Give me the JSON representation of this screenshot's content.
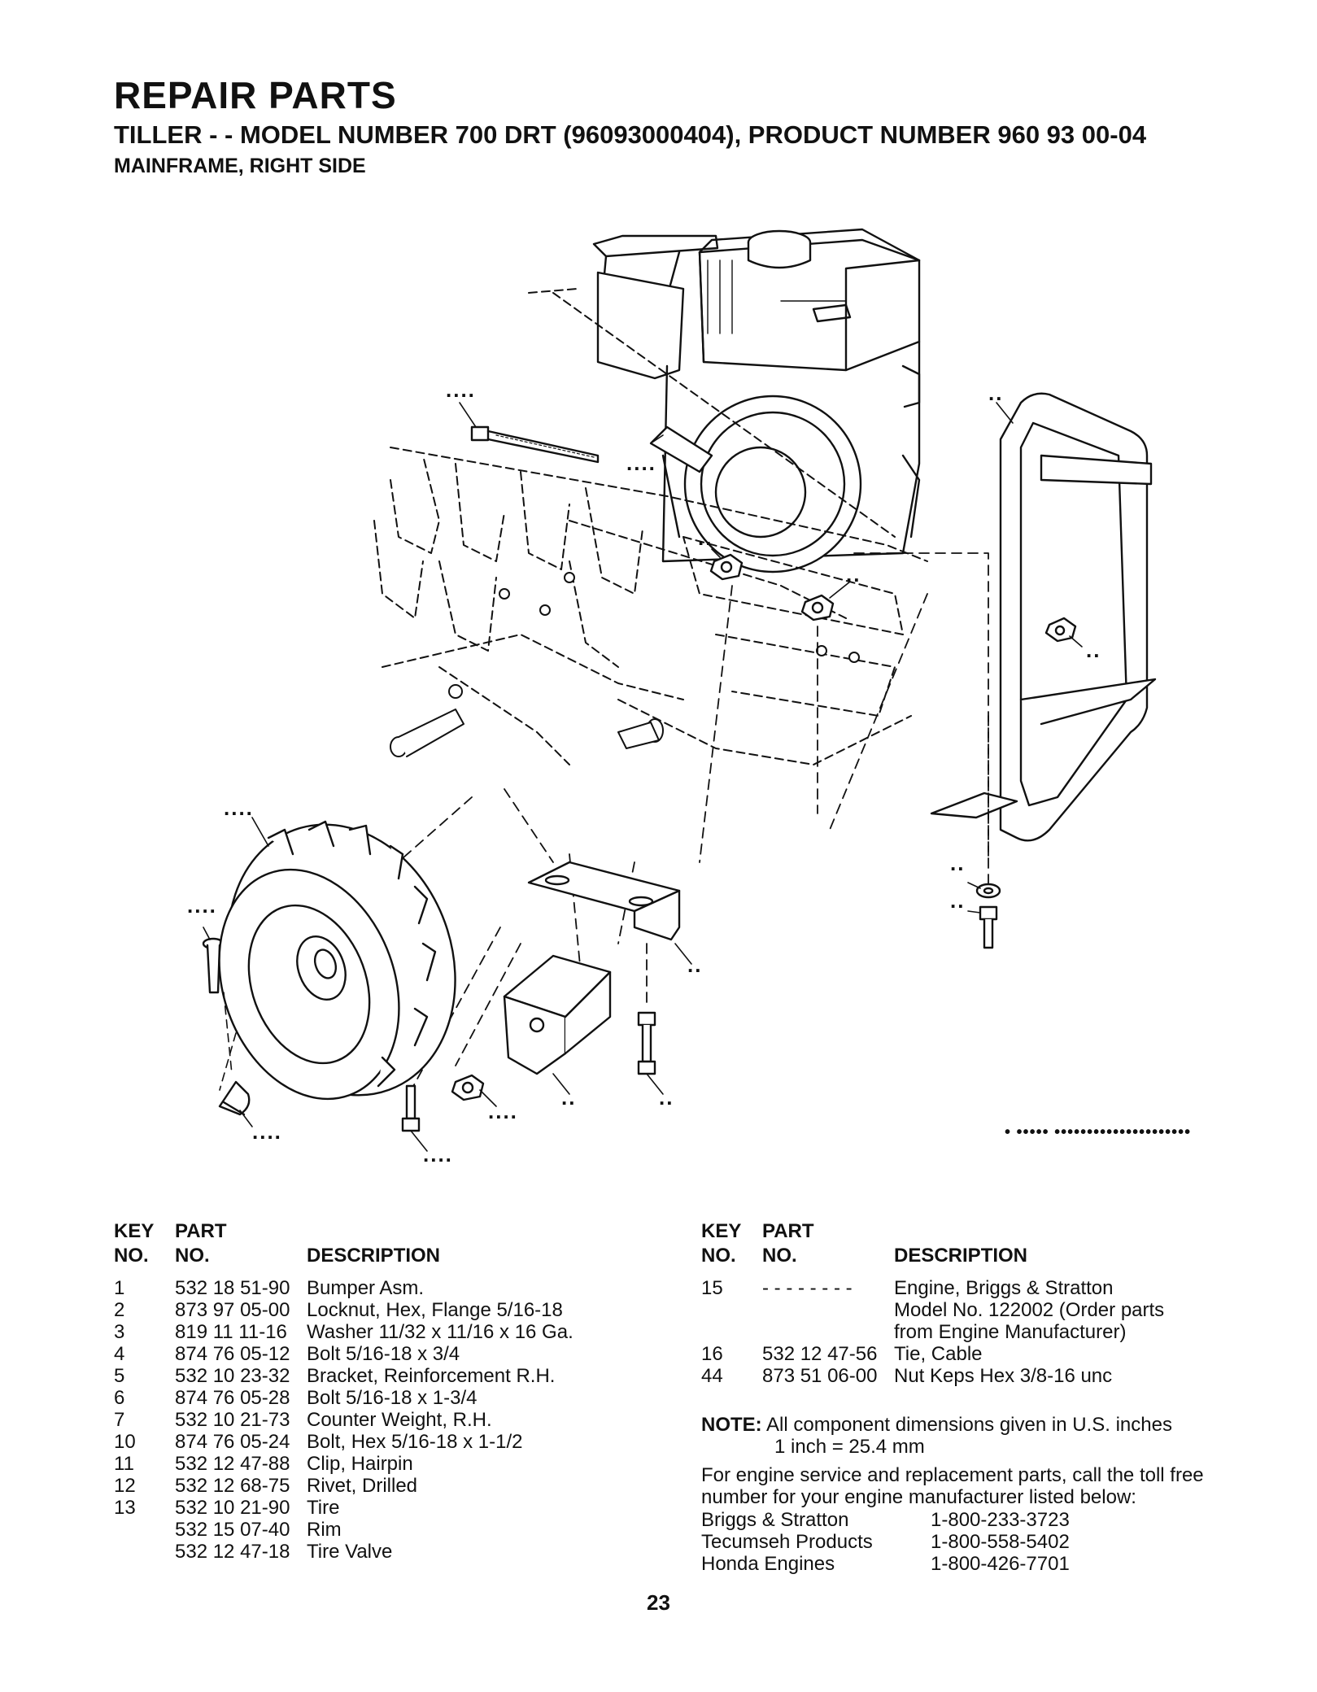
{
  "header": {
    "title": "REPAIR PARTS",
    "subtitle": "TILLER - - MODEL NUMBER 700 DRT (96093000404), PRODUCT NUMBER 960 93 00-04",
    "section": "MAINFRAME, RIGHT SIDE"
  },
  "table_headers": {
    "key_line1": "KEY",
    "key_line2": "NO.",
    "part_line1": "PART",
    "part_line2": "NO.",
    "description": "DESCRIPTION"
  },
  "parts_left": [
    {
      "key": "1",
      "part": "532 18 51-90",
      "desc": "Bumper Asm."
    },
    {
      "key": "2",
      "part": "873 97 05-00",
      "desc": "Locknut, Hex, Flange  5/16-18"
    },
    {
      "key": "3",
      "part": "819 11 11-16",
      "desc": "Washer 11/32 x 11/16 x 16 Ga."
    },
    {
      "key": "4",
      "part": "874 76 05-12",
      "desc": "Bolt 5/16-18 x 3/4"
    },
    {
      "key": "5",
      "part": "532 10 23-32",
      "desc": "Bracket, Reinforcement R.H."
    },
    {
      "key": "6",
      "part": "874 76 05-28",
      "desc": "Bolt 5/16-18 x 1-3/4"
    },
    {
      "key": "7",
      "part": "532 10 21-73",
      "desc": "Counter Weight, R.H."
    },
    {
      "key": "10",
      "part": "874 76 05-24",
      "desc": "Bolt, Hex  5/16-18 x 1-1/2"
    },
    {
      "key": "11",
      "part": "532 12 47-88",
      "desc": "Clip, Hairpin"
    },
    {
      "key": "12",
      "part": "532 12 68-75",
      "desc": "Rivet, Drilled"
    },
    {
      "key": "13",
      "part": "532 10 21-90",
      "desc": "Tire"
    },
    {
      "key": "",
      "part": "532 15 07-40",
      "desc": "Rim"
    },
    {
      "key": "",
      "part": "532 12 47-18",
      "desc": "Tire Valve"
    }
  ],
  "parts_right": [
    {
      "key": "15",
      "part": "- - - - - - - -",
      "desc": "Engine, Briggs & Stratton"
    },
    {
      "key": "",
      "part": "",
      "desc": "Model No. 122002 (Order parts"
    },
    {
      "key": "",
      "part": "",
      "desc": "from Engine Manufacturer)"
    },
    {
      "key": "16",
      "part": "532 12 47-56",
      "desc": "Tie, Cable"
    },
    {
      "key": "44",
      "part": "873 51 06-00",
      "desc": "Nut Keps Hex 3/8-16 unc"
    }
  ],
  "note": {
    "label": "NOTE:",
    "line1": "All component dimensions given in U.S. inches",
    "line2": "1 inch = 25.4 mm",
    "service_text": "For engine service and replacement parts, call the toll free number for your engine manufacturer listed below:"
  },
  "manufacturers": [
    {
      "name": "Briggs & Stratton",
      "phone": "1-800-233-3723"
    },
    {
      "name": "Tecumseh Products",
      "phone": "1-800-558-5402"
    },
    {
      "name": "Honda Engines",
      "phone": "1-800-426-7701"
    }
  ],
  "page_number": "23",
  "diagram_callouts": {
    "tie": "....",
    "engine_mount": "....",
    "bumper": "..",
    "locknut_left": "..",
    "locknut_right": "..",
    "nut_right": "..",
    "washer": "..",
    "bolt_right": "..",
    "tire": "....",
    "rivet": "....",
    "bracket": "..",
    "bolt_mid": "..",
    "weight": "..",
    "hairpin": "....",
    "nut_bottom": "....",
    "bolt_bottom": "....",
    "footer_code": "• ••••• •••••••••••••••••••••"
  }
}
